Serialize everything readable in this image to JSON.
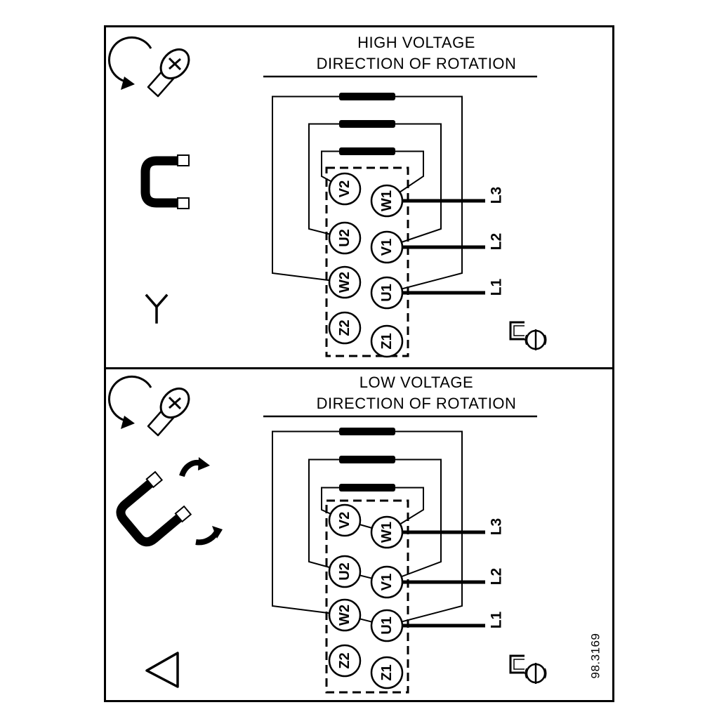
{
  "figure_number": "98.3169",
  "colors": {
    "ink": "#000000",
    "paper": "#ffffff"
  },
  "icons": {
    "top_left": "screw-rotation-icon",
    "high_link": "jumper-link-icon",
    "high_winding": "star-symbol-icon",
    "low_link": "delta-jumper-icons",
    "low_winding": "delta-symbol-icon",
    "ground": "ground-screw-icon"
  },
  "panels": {
    "high": {
      "title": "HIGH VOLTAGE",
      "subtitle": "DIRECTION OF ROTATION",
      "winding_symbol": "star",
      "jumper_bars": 3,
      "terminals": {
        "left": [
          "V2",
          "U2",
          "W2",
          "Z2"
        ],
        "right": [
          "W1",
          "V1",
          "U1",
          "Z1"
        ]
      },
      "supply_lines": [
        "L3",
        "L2",
        "L1"
      ]
    },
    "low": {
      "title": "LOW VOLTAGE",
      "subtitle": "DIRECTION OF ROTATION",
      "winding_symbol": "delta",
      "jumper_bars": 3,
      "terminals": {
        "left": [
          "V2",
          "U2",
          "W2",
          "Z2"
        ],
        "right": [
          "W1",
          "V1",
          "U1",
          "Z1"
        ]
      },
      "supply_lines": [
        "L3",
        "L2",
        "L1"
      ]
    }
  }
}
